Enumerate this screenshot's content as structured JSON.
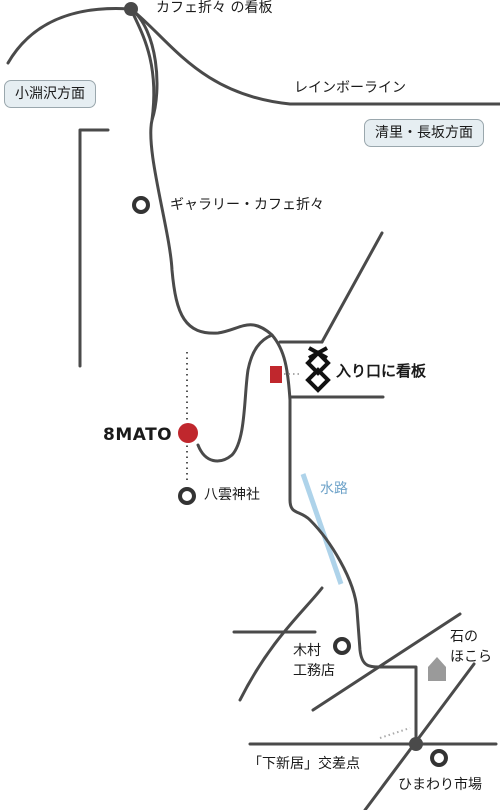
{
  "places": {
    "cafe_junction": "カフェ折々 の看板",
    "koburasawa": "小淵沢方面",
    "rainbow_line": "レインボーライン",
    "kiyosato": "清里・長坂方面",
    "gallery_cafe": "ギャラリー・カフェ折々",
    "entrance_sign": "入り口に看板",
    "mato": "8MATO",
    "yakumo_shrine": "八雲神社",
    "waterway": "水路",
    "kimura_line1": "木村",
    "kimura_line2": "工務店",
    "stone_line1": "石の",
    "stone_line2": "ほこら",
    "shimoarai": "「下新居」交差点",
    "himawari": "ひまわり市場"
  },
  "colors": {
    "road": "#4a4a4a",
    "pill_bg": "#e6eef2",
    "mato_red": "#c0272d",
    "water": "#aed3ea",
    "shrine_gray": "#9a9a9a"
  }
}
